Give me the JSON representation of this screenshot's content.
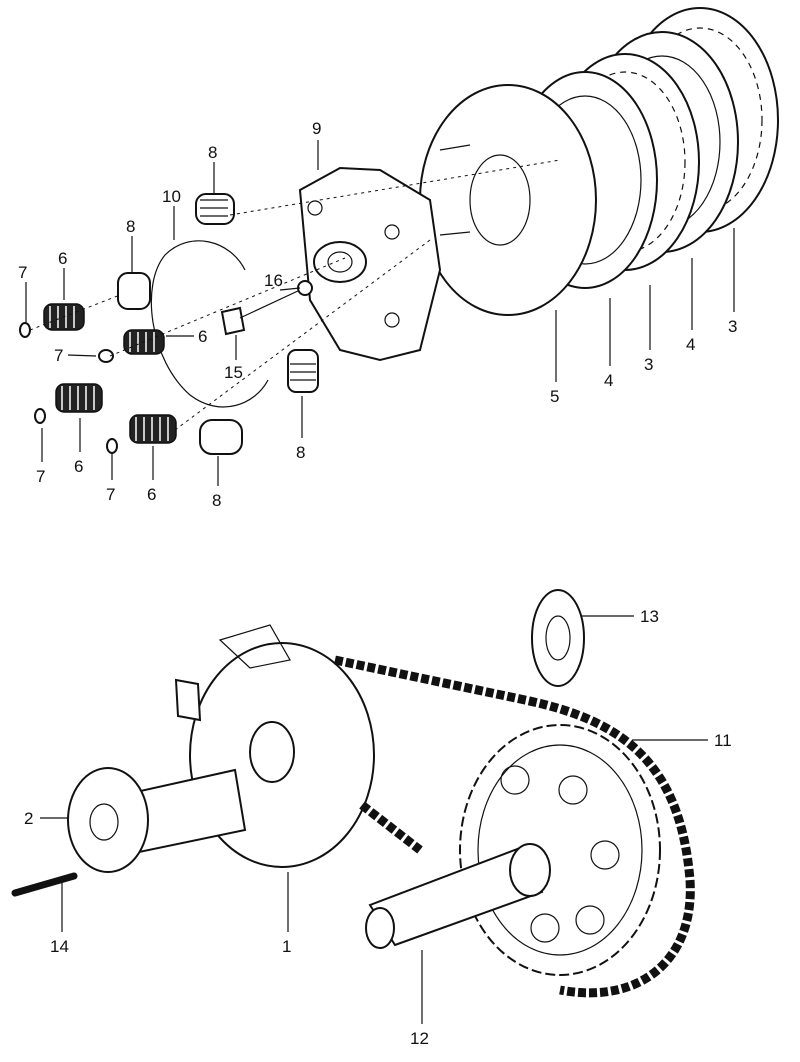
{
  "callouts": [
    {
      "id": "c7a",
      "text": "7"
    },
    {
      "id": "c6a",
      "text": "6"
    },
    {
      "id": "c8a",
      "text": "8"
    },
    {
      "id": "c10",
      "text": "10"
    },
    {
      "id": "c8b",
      "text": "8"
    },
    {
      "id": "c9",
      "text": "9"
    },
    {
      "id": "c16",
      "text": "16"
    },
    {
      "id": "c6b",
      "text": "6"
    },
    {
      "id": "c7b",
      "text": "7"
    },
    {
      "id": "c15",
      "text": "15"
    },
    {
      "id": "c7c",
      "text": "7"
    },
    {
      "id": "c6c",
      "text": "6"
    },
    {
      "id": "c7d",
      "text": "7"
    },
    {
      "id": "c6d",
      "text": "6"
    },
    {
      "id": "c8c",
      "text": "8"
    },
    {
      "id": "c8d",
      "text": "8"
    },
    {
      "id": "c5",
      "text": "5"
    },
    {
      "id": "c4a",
      "text": "4"
    },
    {
      "id": "c3a",
      "text": "3"
    },
    {
      "id": "c4b",
      "text": "4"
    },
    {
      "id": "c3b",
      "text": "3"
    },
    {
      "id": "c13",
      "text": "13"
    },
    {
      "id": "c11",
      "text": "11"
    },
    {
      "id": "c2",
      "text": "2"
    },
    {
      "id": "c14",
      "text": "14"
    },
    {
      "id": "c1",
      "text": "1"
    },
    {
      "id": "c12",
      "text": "12"
    }
  ]
}
